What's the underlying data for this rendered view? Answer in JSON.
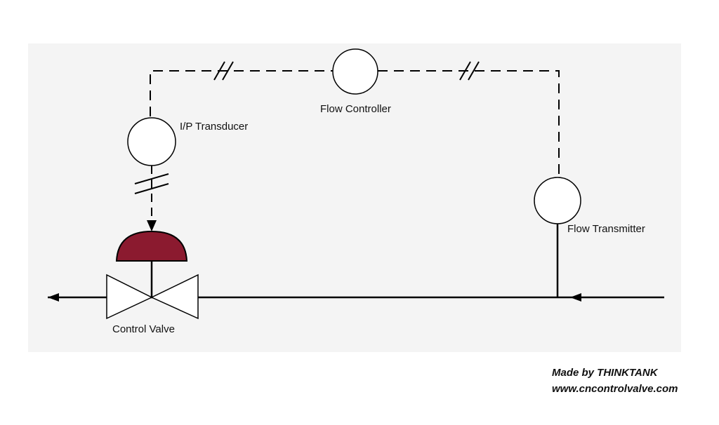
{
  "diagram": {
    "labels": {
      "flow_controller": "Flow Controller",
      "ip_transducer": "I/P Transducer",
      "flow_transmitter": "Flow Transmitter",
      "control_valve": "Control Valve"
    },
    "credit": {
      "line1": "Made by THINKTANK",
      "line2": "www.cncontrolvalve.com"
    },
    "colors": {
      "background": "#ffffff",
      "panel": "#f4f4f4",
      "line": "#000000",
      "actuator": "#8b1a2f"
    }
  }
}
